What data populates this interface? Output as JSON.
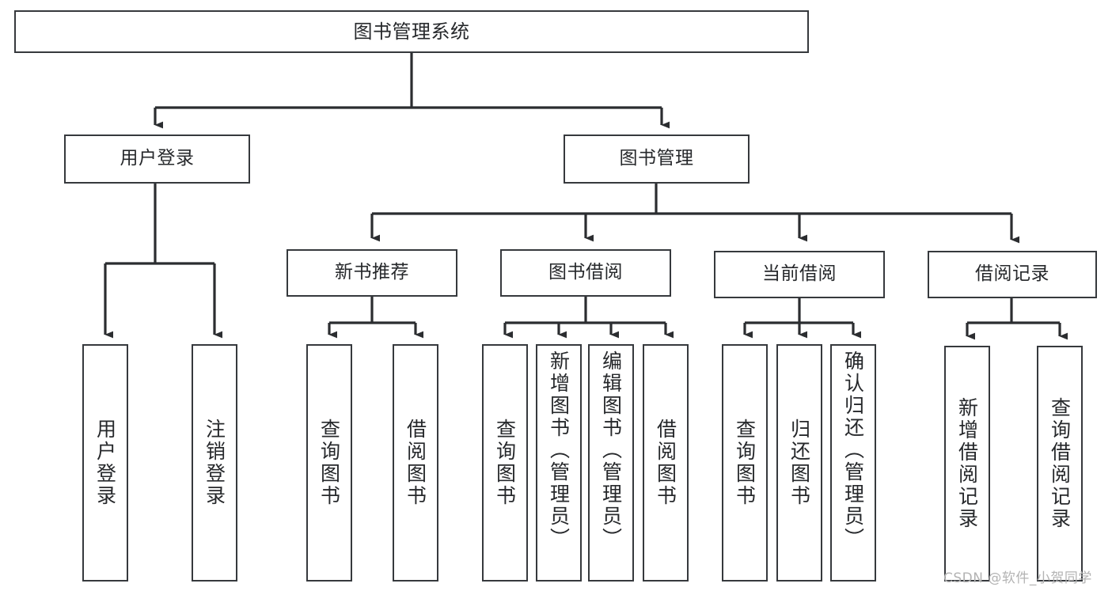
{
  "diagram": {
    "type": "tree-hierarchy",
    "title": "图书管理系统",
    "orientation": "top-down",
    "colors": {
      "box_border": "#36393d",
      "box_fill": "#ffffff",
      "connector": "#2b2d30",
      "text": "#26282b",
      "watermark": "#b3b3b3",
      "background": "#ffffff"
    },
    "nodes": {
      "root": {
        "label": "图书管理系统"
      },
      "level2": [
        {
          "id": "user-login",
          "label": "用户登录"
        },
        {
          "id": "book-management",
          "label": "图书管理"
        }
      ],
      "level3": [
        {
          "id": "new-book-recommend",
          "label": "新书推荐"
        },
        {
          "id": "book-borrow",
          "label": "图书借阅"
        },
        {
          "id": "current-borrow",
          "label": "当前借阅"
        },
        {
          "id": "borrow-record",
          "label": "借阅记录"
        }
      ],
      "leaves": {
        "user-login": [
          {
            "id": "leaf-user-login",
            "label": "用户登录"
          },
          {
            "id": "leaf-logout-login",
            "label": "注销登录"
          }
        ],
        "new-book-recommend": [
          {
            "id": "leaf-query-book-1",
            "label": "查询图书"
          },
          {
            "id": "leaf-borrow-book-1",
            "label": "借阅图书"
          }
        ],
        "book-borrow": [
          {
            "id": "leaf-query-book-2",
            "label": "查询图书"
          },
          {
            "id": "leaf-add-book",
            "label": "新增图书（管理员）"
          },
          {
            "id": "leaf-edit-book",
            "label": "编辑图书（管理员）"
          },
          {
            "id": "leaf-borrow-book-2",
            "label": "借阅图书"
          }
        ],
        "current-borrow": [
          {
            "id": "leaf-query-book-3",
            "label": "查询图书"
          },
          {
            "id": "leaf-return-book",
            "label": "归还图书"
          },
          {
            "id": "leaf-confirm-return",
            "label": "确认归还（管理员）"
          }
        ],
        "borrow-record": [
          {
            "id": "leaf-add-record",
            "label": "新增借阅记录"
          },
          {
            "id": "leaf-query-record",
            "label": "查询借阅记录"
          }
        ]
      }
    },
    "edges": [
      {
        "from": "root",
        "to": "user-login"
      },
      {
        "from": "root",
        "to": "book-management"
      },
      {
        "from": "book-management",
        "to": "new-book-recommend"
      },
      {
        "from": "book-management",
        "to": "book-borrow"
      },
      {
        "from": "book-management",
        "to": "current-borrow"
      },
      {
        "from": "book-management",
        "to": "borrow-record"
      },
      {
        "from": "user-login",
        "to": "leaf-user-login"
      },
      {
        "from": "user-login",
        "to": "leaf-logout-login"
      },
      {
        "from": "new-book-recommend",
        "to": "leaf-query-book-1"
      },
      {
        "from": "new-book-recommend",
        "to": "leaf-borrow-book-1"
      },
      {
        "from": "book-borrow",
        "to": "leaf-query-book-2"
      },
      {
        "from": "book-borrow",
        "to": "leaf-add-book"
      },
      {
        "from": "book-borrow",
        "to": "leaf-edit-book"
      },
      {
        "from": "book-borrow",
        "to": "leaf-borrow-book-2"
      },
      {
        "from": "current-borrow",
        "to": "leaf-query-book-3"
      },
      {
        "from": "current-borrow",
        "to": "leaf-return-book"
      },
      {
        "from": "current-borrow",
        "to": "leaf-confirm-return"
      },
      {
        "from": "borrow-record",
        "to": "leaf-add-record"
      },
      {
        "from": "borrow-record",
        "to": "leaf-query-record"
      }
    ]
  },
  "watermark": {
    "text": "CSDN @软件_小贺同学"
  }
}
